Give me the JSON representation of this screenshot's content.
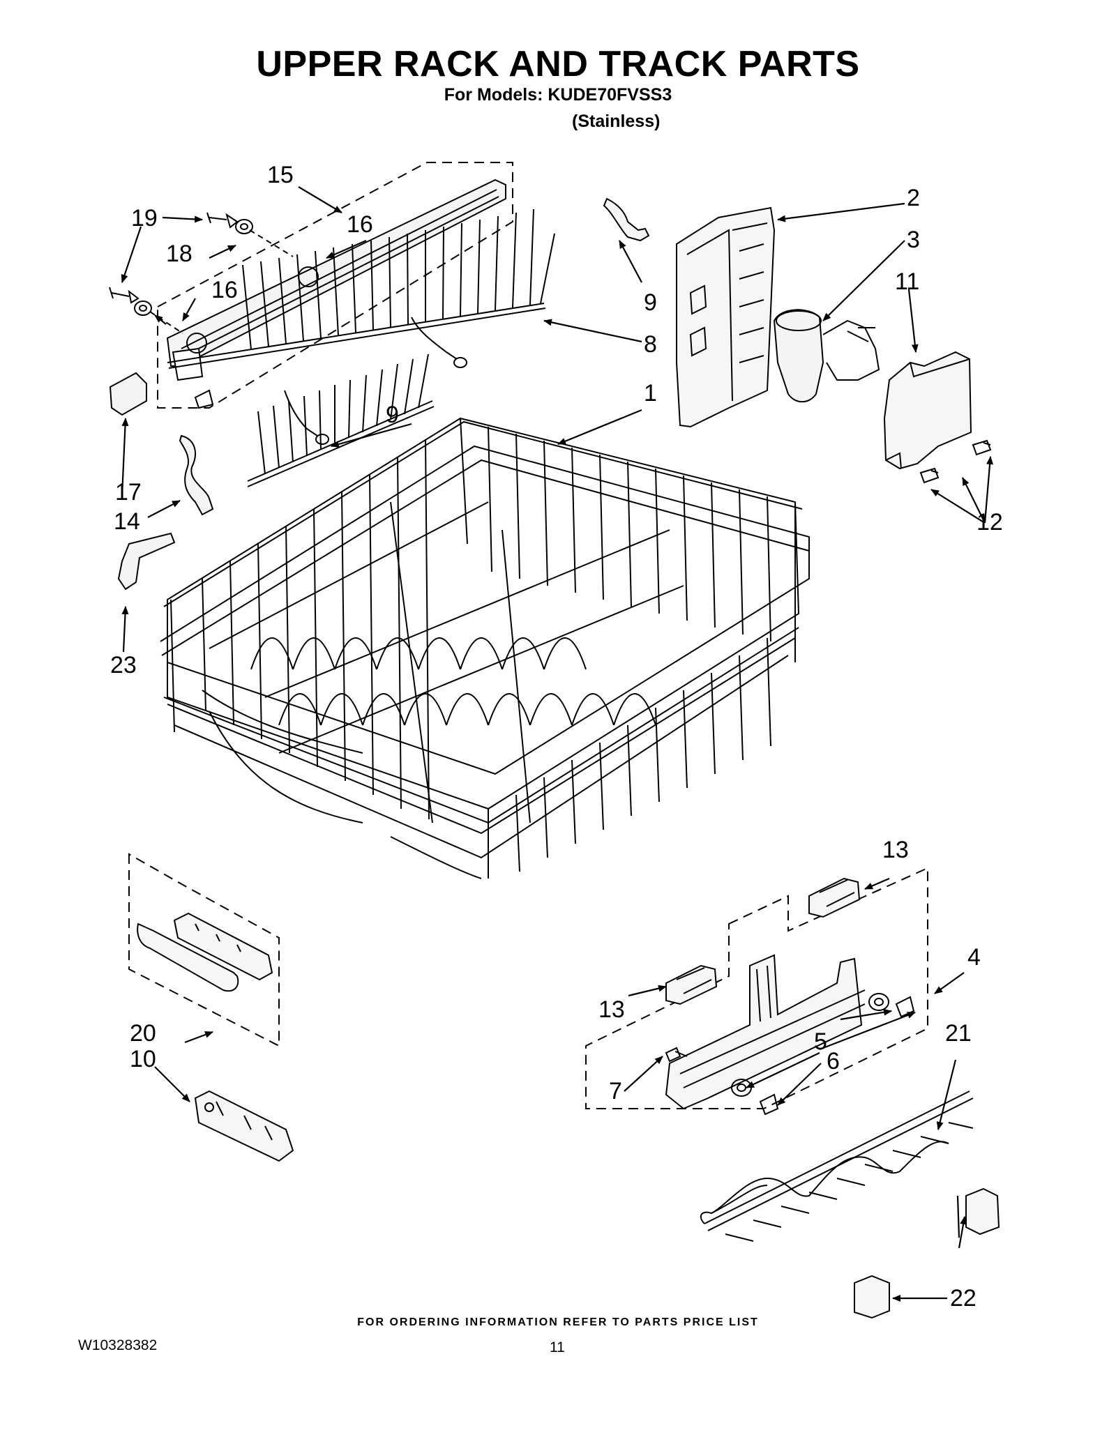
{
  "header": {
    "title": "UPPER RACK AND TRACK PARTS",
    "models_line": "For Models: KUDE70FVSS3",
    "variant_line": "(Stainless)"
  },
  "callouts": [
    {
      "id": "c15",
      "text": "15"
    },
    {
      "id": "c19",
      "text": "19"
    },
    {
      "id": "c16a",
      "text": "16"
    },
    {
      "id": "c18",
      "text": "18"
    },
    {
      "id": "c16b",
      "text": "16"
    },
    {
      "id": "c2",
      "text": "2"
    },
    {
      "id": "c3",
      "text": "3"
    },
    {
      "id": "c11",
      "text": "11"
    },
    {
      "id": "c9a",
      "text": "9"
    },
    {
      "id": "c8",
      "text": "8"
    },
    {
      "id": "c1",
      "text": "1"
    },
    {
      "id": "c9b",
      "text": "9"
    },
    {
      "id": "c17",
      "text": "17"
    },
    {
      "id": "c14",
      "text": "14"
    },
    {
      "id": "c12",
      "text": "12"
    },
    {
      "id": "c23",
      "text": "23"
    },
    {
      "id": "c13a",
      "text": "13"
    },
    {
      "id": "c4",
      "text": "4"
    },
    {
      "id": "c13b",
      "text": "13"
    },
    {
      "id": "c20",
      "text": "20"
    },
    {
      "id": "c10",
      "text": "10"
    },
    {
      "id": "c5",
      "text": "5"
    },
    {
      "id": "c21",
      "text": "21"
    },
    {
      "id": "c6",
      "text": "6"
    },
    {
      "id": "c7",
      "text": "7"
    },
    {
      "id": "c22",
      "text": "22"
    }
  ],
  "footer": {
    "ordering_note": "FOR ORDERING INFORMATION REFER TO PARTS PRICE LIST",
    "document_number": "W10328382",
    "page_number": "11"
  }
}
